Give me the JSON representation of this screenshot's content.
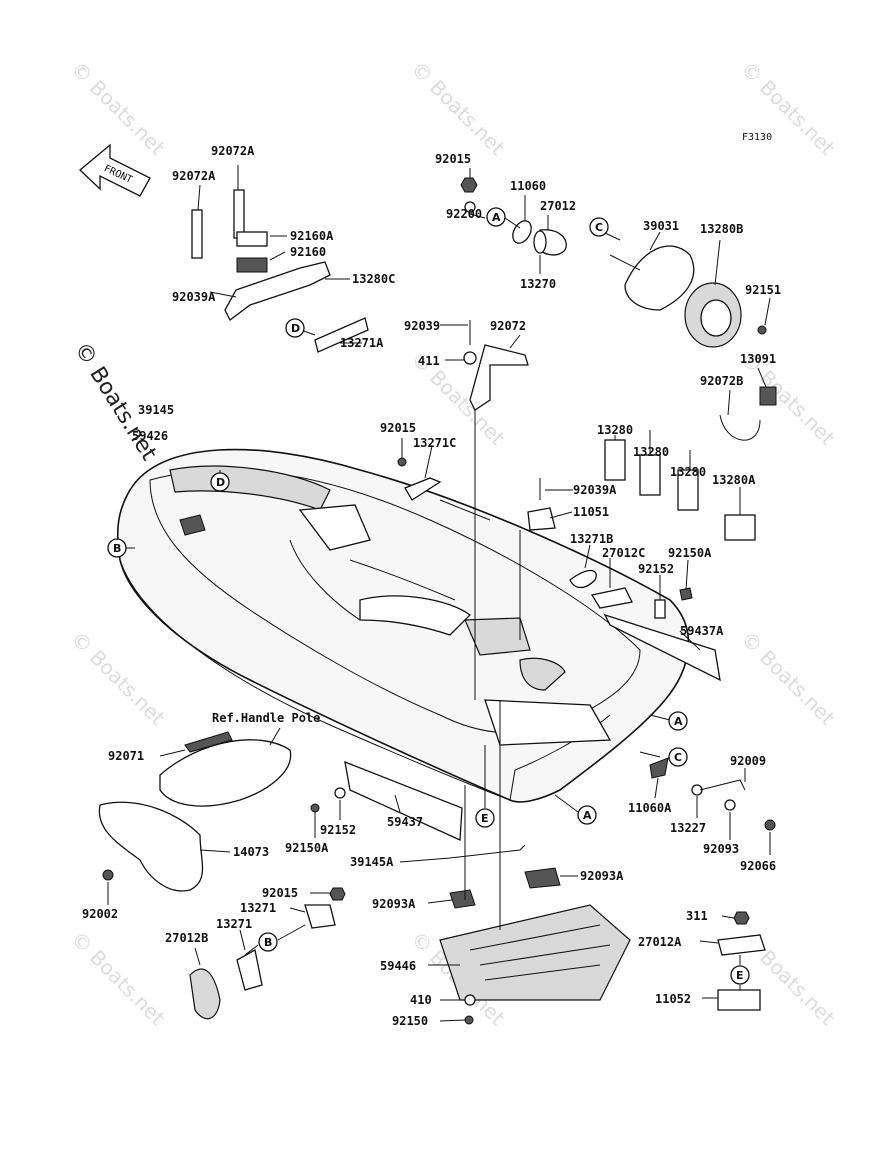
{
  "diagram": {
    "code": "F3130",
    "front_arrow": "FRONT",
    "reference": "Ref.Handle Pole",
    "watermark": "© Boats.net",
    "callouts": [
      "A",
      "B",
      "C",
      "D",
      "E"
    ],
    "labels": {
      "p92072A_1": "92072A",
      "p92072A_2": "92072A",
      "p92160A": "92160A",
      "p92160": "92160",
      "p13280C": "13280C",
      "p92039A_1": "92039A",
      "p13271A": "13271A",
      "p92015_1": "92015",
      "p11060": "11060",
      "p27012": "27012",
      "p92200": "92200",
      "p13270": "13270",
      "p39031": "39031",
      "p13280B": "13280B",
      "p92151": "92151",
      "p92039": "92039",
      "p92072": "92072",
      "p411": "411",
      "p13091": "13091",
      "p92072B": "92072B",
      "p39145": "39145",
      "p59426": "59426",
      "p92015_2": "92015",
      "p13271C": "13271C",
      "p13280_1": "13280",
      "p13280_2": "13280",
      "p13280_3": "13280",
      "p13280A": "13280A",
      "p92039A_2": "92039A",
      "p11051": "11051",
      "p13271B": "13271B",
      "p27012C": "27012C",
      "p92150A_1": "92150A",
      "p92152_1": "92152",
      "p59437A": "59437A",
      "p92071": "92071",
      "p92009": "92009",
      "p11060A": "11060A",
      "p13227": "13227",
      "p92093": "92093",
      "p92066": "92066",
      "p92152_2": "92152",
      "p92150A_2": "92150A",
      "p59437": "59437",
      "p14073": "14073",
      "p39145A": "39145A",
      "p92093A_1": "92093A",
      "p92093A_2": "92093A",
      "p92002": "92002",
      "p92015_3": "92015",
      "p13271_1": "13271",
      "p13271_2": "13271",
      "p27012B": "27012B",
      "p311": "311",
      "p27012A": "27012A",
      "p59446": "59446",
      "p410": "410",
      "p92150": "92150",
      "p11052": "11052"
    }
  }
}
